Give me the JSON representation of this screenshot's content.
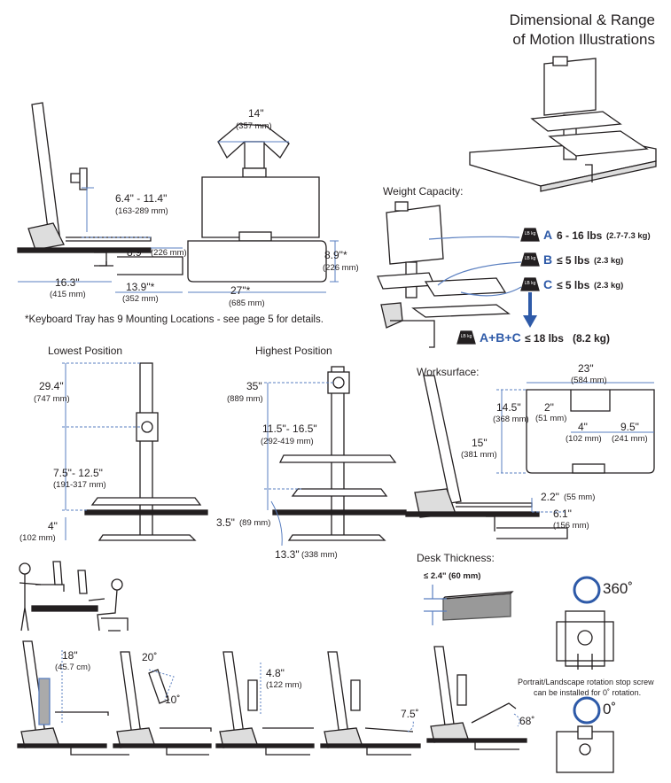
{
  "title_line1": "Dimensional & Range",
  "title_line2": "of Motion Illustrations",
  "colors": {
    "accent": "#2e5aa8",
    "dim": "#5a7fc0",
    "line": "#231f20",
    "fill": "#e8e8e8"
  },
  "top": {
    "height_range": "6.4\" - 11.4\"",
    "height_range_mm": "(163-289 mm)",
    "tray_depth": "8.9\"*",
    "tray_depth_mm": "(226 mm)",
    "base_depth": "16.3\"",
    "base_depth_mm": "(415 mm)",
    "tray_reach": "13.9\"*",
    "tray_reach_mm": "(352 mm)",
    "mount_width": "14\"",
    "mount_width_mm": "(357 mm)",
    "tray_width": "27\"*",
    "tray_width_mm": "(685 mm)",
    "tray_side": "8.9\"*",
    "tray_side_mm": "(226 mm)",
    "note": "*Keyboard Tray has 9 Mounting Locations - see page 5 for details."
  },
  "weight": {
    "heading": "Weight Capacity:",
    "a_letter": "A",
    "a_value": "6 - 16 lbs",
    "a_mm": "(2.7-7.3 kg)",
    "b_letter": "B",
    "b_value": "≤ 5 lbs",
    "b_mm": "(2.3 kg)",
    "c_letter": "C",
    "c_value": "≤ 5 lbs",
    "c_mm": "(2.3 kg)",
    "total_letter": "A+B+C",
    "total_value": "≤ 18 lbs",
    "total_mm": "(8.2 kg)",
    "weight_icon_label": "LB kg"
  },
  "lowest": {
    "heading": "Lowest Position",
    "height": "29.4\"",
    "height_mm": "(747 mm)",
    "range": "7.5\"- 12.5\"",
    "range_mm": "(191-317 mm)",
    "base": "4\"",
    "base_mm": "(102 mm)"
  },
  "highest": {
    "heading": "Highest Position",
    "height": "35\"",
    "height_mm": "(889 mm)",
    "range": "11.5\"- 16.5\"",
    "range_mm": "(292-419 mm)",
    "base": "3.5\"",
    "base_mm": "(89 mm)",
    "reach": "13.3\"",
    "reach_mm": "(338 mm)"
  },
  "worksurface": {
    "heading": "Worksurface:",
    "width": "23\"",
    "width_mm": "(584 mm)",
    "depth1": "14.5\"",
    "depth1_mm": "(368 mm)",
    "notch": "2\"",
    "notch_mm": "(51 mm)",
    "depth2": "15\"",
    "depth2_mm": "(381 mm)",
    "inset": "4\"",
    "inset_mm": "(102 mm)",
    "side": "9.5\"",
    "side_mm": "(241 mm)",
    "lift": "2.2\"",
    "lift_mm": "(55 mm)",
    "clear": "6.1\"",
    "clear_mm": "(156 mm)"
  },
  "desk": {
    "heading": "Desk Thickness:",
    "value": "≤ 2.4\"",
    "value_mm": "(60 mm)"
  },
  "rotation": {
    "angle_360": "360˚",
    "angle_0": "0˚",
    "caption_line1": "Portrait/Landscape rotation stop screw",
    "caption_line2": "can be installed for 0˚ rotation."
  },
  "motion": {
    "lift": "18\"",
    "lift_mm": "(45.7 cm)",
    "tilt_up": "20˚",
    "tilt_down": "10˚",
    "pan": "4.8\"",
    "pan_mm": "(122 mm)",
    "tray_tilt1": "7.5˚",
    "tray_tilt2": "68˚"
  }
}
